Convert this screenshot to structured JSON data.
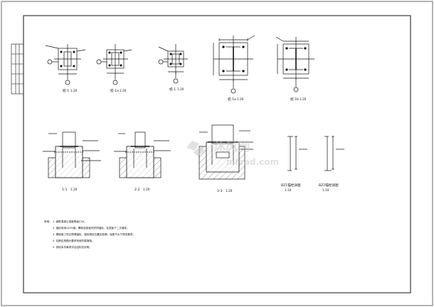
{
  "drawing": {
    "details_top": [
      {
        "caption": "桩-1",
        "scale": "1:20"
      },
      {
        "caption": "桩-1a",
        "scale": "1:20"
      },
      {
        "caption": "桩-1",
        "scale": "1:20"
      },
      {
        "caption": "桩-1a",
        "scale": "1:20"
      },
      {
        "caption": "桩-1b",
        "scale": "1:20"
      }
    ],
    "sections": [
      {
        "caption": "1-1",
        "scale": "1:20"
      },
      {
        "caption": "2-2",
        "scale": "1:20"
      },
      {
        "caption": "3-3",
        "scale": "1:20"
      }
    ],
    "elevations": [
      {
        "caption": "BZ1锚栓详图",
        "scale": "1:10"
      },
      {
        "caption": "BZ2锚栓详图",
        "scale": "1:10"
      }
    ],
    "notes": {
      "heading": "说明:",
      "items": [
        "1. 钢筋混凝土强度等级C35。",
        "2. 锚栓采用Q235钢，螺母及垫板材质同锚栓，柱底板下二次灌浆。",
        "3. 基础施工时应预埋锚栓，锚栓埋设位置应准确，误差不大于规范要求。",
        "4. 柱脚应按图示要求采用防腐措施。",
        "5. 其他未尽事项详见结构总说明。"
      ]
    },
    "watermark": {
      "brand": "沐风网",
      "domain": "mfcad.com"
    },
    "colors": {
      "line": "#111111",
      "paper": "#ffffff",
      "watermark": "#c9c9c9"
    }
  }
}
